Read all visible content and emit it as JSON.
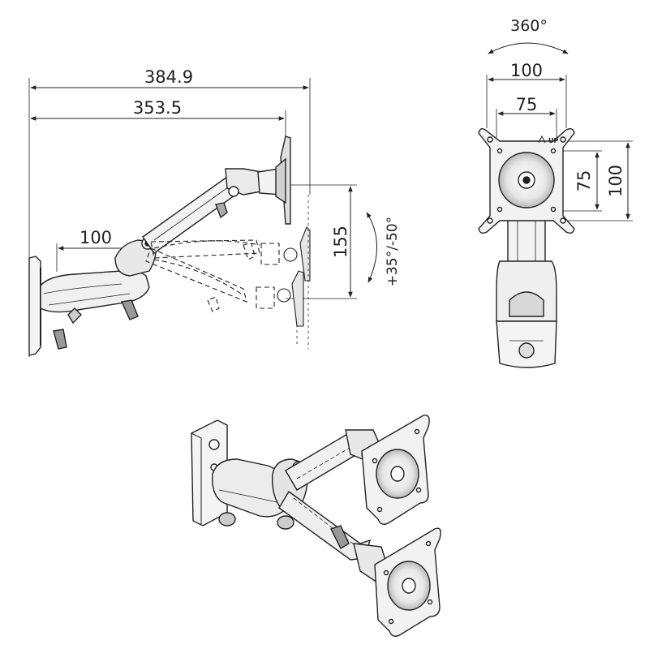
{
  "side_view": {
    "overall_length": "384.9",
    "arm_length": "353.5",
    "base_offset": "100",
    "height_travel": "155",
    "tilt_range": "+35°/-50°"
  },
  "front_view": {
    "rotation": "360°",
    "vesa_outer_width": "100",
    "vesa_inner_width": "75",
    "vesa_inner_height": "75",
    "vesa_outer_height": "100",
    "up_marker": "UP"
  },
  "colors": {
    "line": "#222222",
    "light_fill": "#f2f2f2",
    "mid_fill": "#d6d6d6",
    "dark_fill": "#9a9a9a"
  }
}
